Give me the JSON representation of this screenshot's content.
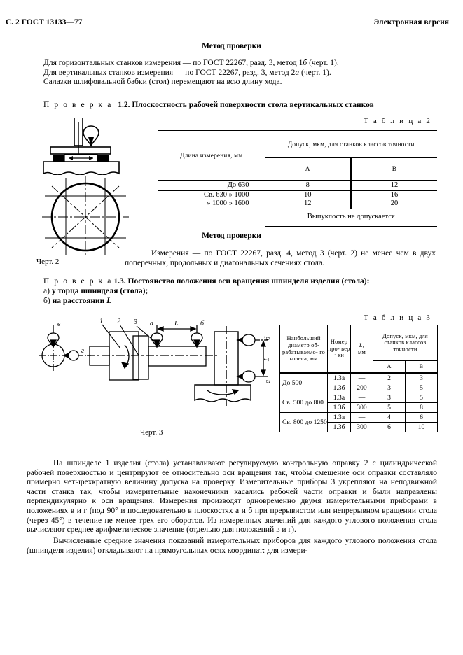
{
  "header": {
    "left": "С. 2 ГОСТ 13133—77",
    "right": "Электронная версия"
  },
  "section_method_1": {
    "heading": "Метод проверки",
    "line1": "Для горизонтальных станков измерения — по ГОСТ 22267, разд. 3, метод 1",
    "line1_italic": "б",
    "line1_tail": " (черт. 1).",
    "line2": "Для вертикальных станков измерения — по ГОСТ 22267, разд. 3, метод 2",
    "line2_italic": "а",
    "line2_tail": " (черт. 1).",
    "line3": "Салазки шлифовальной бабки (стол)  перемещают на всю длину хода."
  },
  "check_1_2": {
    "prefix": "П р о в е р к а",
    "number": "1.2.",
    "title": "Плоскостность рабочей поверхности стола вертикальных станков"
  },
  "table2": {
    "label": "Т а б л и ц а   2",
    "col1_header": "Длина измерения, мм",
    "col_group_header": "Допуск, мкм, для станков классов точности",
    "class_a": "А",
    "class_b": "В",
    "rows": [
      {
        "length": "До 630",
        "a": "8",
        "b": "12"
      },
      {
        "length": "Св. 630 » 1000",
        "a": "10",
        "b": "16"
      },
      {
        "length": "» 1000 » 1600",
        "a": "12",
        "b": "20"
      }
    ],
    "footnote": "Выпуклость не допускается"
  },
  "figure2": {
    "caption": "Черт. 2"
  },
  "section_method_2": {
    "heading": "Метод проверки",
    "text": "Измерения — по ГОСТ 22267, разд. 4, метод 3 (черт. 2) не менее чем в двух поперечных, продольных и диагональных сечениях стола."
  },
  "check_1_3": {
    "prefix": "П р о в е р к а",
    "number": "1.3.",
    "title": "Постоянство положения оси вращения шпинделя изделия (стола):",
    "item_a_marker": "а)",
    "item_a": "у торца шпинделя (стола);",
    "item_b_marker": "б)",
    "item_b": "на расстоянии",
    "item_b_italic": "L"
  },
  "table3": {
    "label": "Т а б л и ц а   3",
    "col1_header": "Наибольший диаметр об- рабатываемо- го колеса, мм",
    "col2_header": "Номер про- вер · ки",
    "col3_header_italic": "L,",
    "col3_header_unit": "мм",
    "col_group_header": "Допуск, мкм, для станков классов точности",
    "class_a": "А",
    "class_b": "В",
    "rows": [
      {
        "diameter": "До 500",
        "check": "1.3а",
        "L": "—",
        "a": "2",
        "b": "3"
      },
      {
        "diameter": "",
        "check": "1.3б",
        "L": "200",
        "a": "3",
        "b": "5"
      },
      {
        "diameter": "Св. 500 до 800",
        "check": "1.3а",
        "L": "—",
        "a": "3",
        "b": "5"
      },
      {
        "diameter": "",
        "check": "1.3б",
        "L": "300",
        "a": "5",
        "b": "8"
      },
      {
        "diameter": "Св. 800 до 1250",
        "check": "1.3а",
        "L": "—",
        "a": "4",
        "b": "6"
      },
      {
        "diameter": "",
        "check": "1.3б",
        "L": "300",
        "a": "6",
        "b": "10"
      }
    ]
  },
  "figure3": {
    "caption": "Черт. 3",
    "labels": {
      "part1": "1",
      "part2": "2",
      "part3": "3",
      "dim_L": "L",
      "plane_a": "а",
      "plane_b": "б",
      "indicator_v": "в",
      "indicator_g": "г",
      "right_b": "б",
      "right_a": "а",
      "right_L": "L"
    }
  },
  "body_text": {
    "para1": "На шпинделе 1 изделия (стола) устанавливают регулируемую контрольную оправку 2 с цилиндрической рабочей поверхностью и центрируют ее относительно оси вращения так, чтобы смещение оси оправки составляло примерно четырехкратную величину допуска на проверку. Измерительные приборы 3 укрепляют на неподвижной части станка так, чтобы измерительные наконечники касались рабочей части оправки и были направлены перпендикулярно к оси вращения. Измерения производят одновременно двумя измерительными приборами в положениях в и г (под 90° и последовательно в плоскостях а и б при прерывистом или непрерывном вращении стола (через 45°) в течение не менее трех его оборотов. Из измеренных значений для каждого углового положения стола вычисляют среднее арифметическое значение (отдельно для положений в и г).",
    "para2": "Вычисленные средние значения показаний измерительных приборов для каждого углового положения стола (шпинделя изделия) откладывают на прямоугольных осях координат: для измери-"
  }
}
